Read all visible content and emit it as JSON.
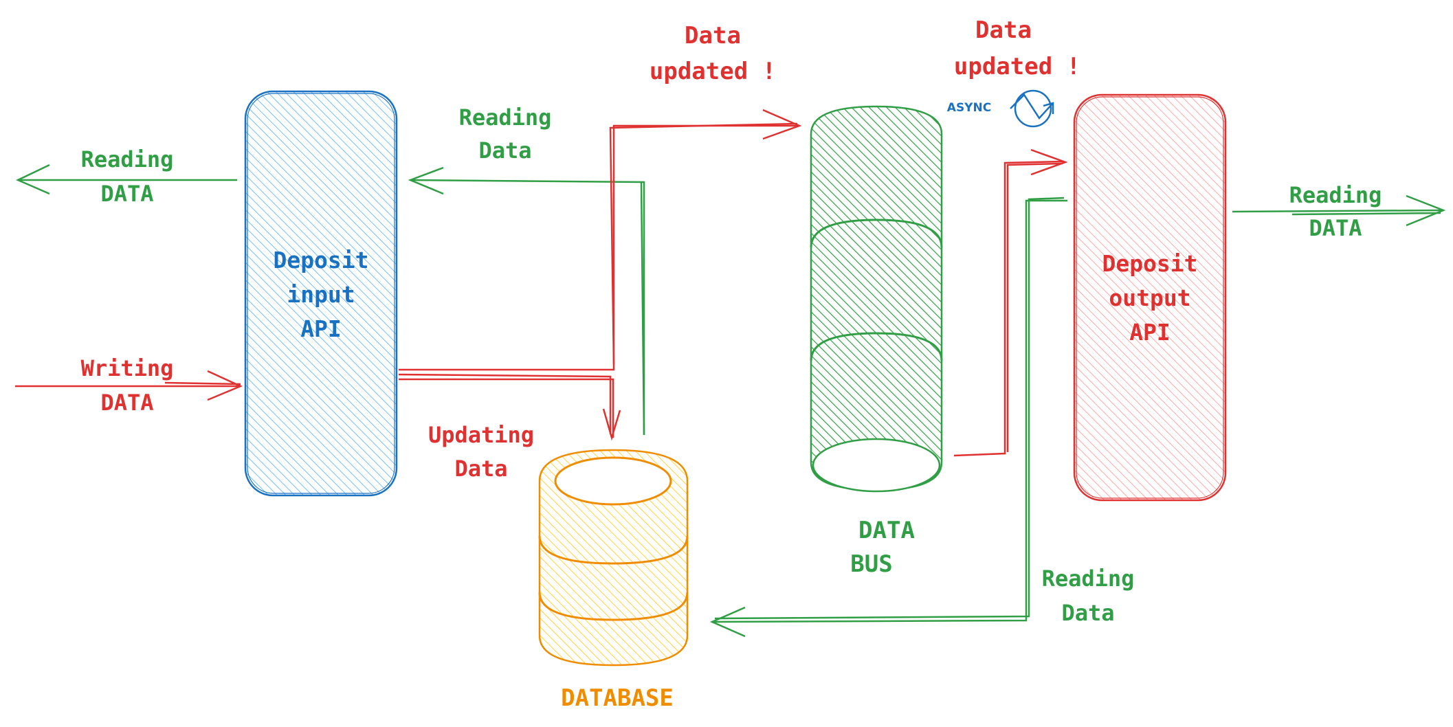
{
  "colors": {
    "blue": "#1971c2",
    "blue_fill": "#a5d8ff",
    "green": "#2f9e44",
    "green_fill": "#2f9e44",
    "red": "#e03131",
    "red_fill": "#ffc9c9",
    "orange": "#f08c00",
    "orange_fill": "#ffec99"
  },
  "nodes": {
    "input_api": {
      "line1": "Deposit",
      "line2": "input",
      "line3": "API"
    },
    "output_api": {
      "line1": "Deposit",
      "line2": "output",
      "line3": "API"
    },
    "data_bus": {
      "line1": "DATA",
      "line2": "BUS"
    },
    "database": {
      "label": "DATABASE"
    }
  },
  "edges": {
    "left_reading": {
      "line1": "Reading",
      "line2": "DATA"
    },
    "left_writing": {
      "line1": "Writing",
      "line2": "DATA"
    },
    "reading_data_top": {
      "line1": "Reading",
      "line2": "Data"
    },
    "updating_data": {
      "line1": "Updating",
      "line2": "Data"
    },
    "data_updated_1": {
      "line1": "Data",
      "line2": "updated !"
    },
    "data_updated_2": {
      "line1": "Data",
      "line2": "updated !"
    },
    "async": "ASYNC",
    "right_reading": {
      "line1": "Reading",
      "line2": "DATA"
    },
    "reading_data_bottom": {
      "line1": "Reading",
      "line2": "Data"
    }
  }
}
